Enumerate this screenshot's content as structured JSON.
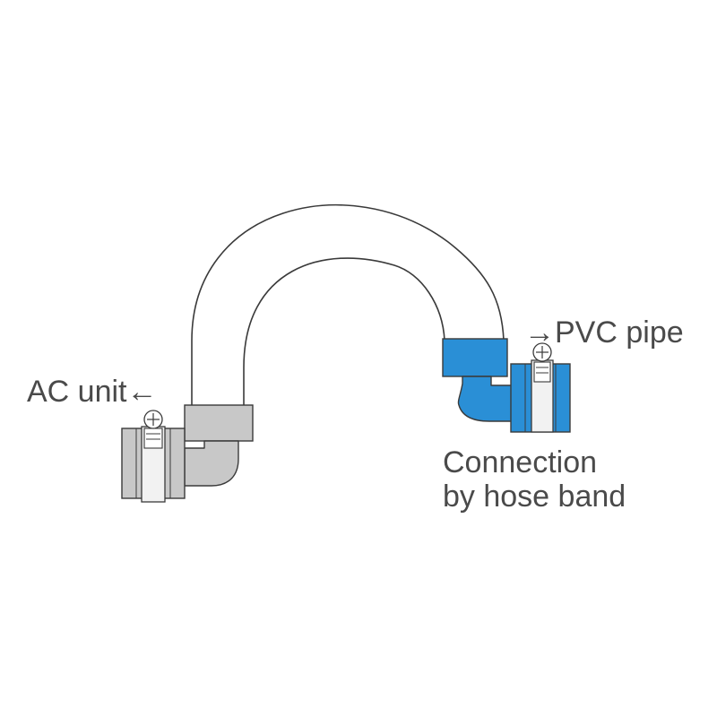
{
  "labels": {
    "ac_unit": "AC unit←",
    "pvc_pipe": "→PVC pipe",
    "connection_line1": "Connection",
    "connection_line2": "by hose band"
  },
  "colors": {
    "hose_outline": "#3a3a3a",
    "gray_fitting": "#c8c8c8",
    "blue_fitting": "#2a8fd6",
    "hose_fill": "#ffffff",
    "band_metal": "#f2f2f2",
    "text": "#4a4a4a"
  }
}
